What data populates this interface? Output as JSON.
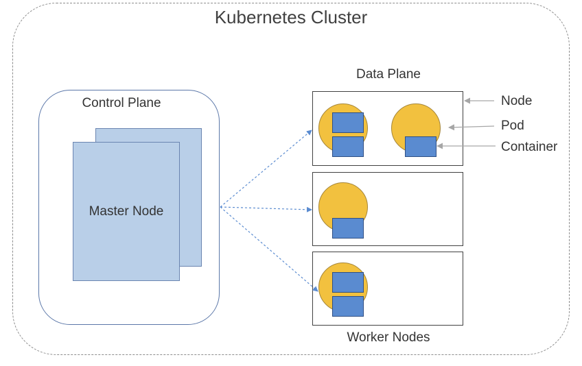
{
  "cluster": {
    "title": "Kubernetes Cluster"
  },
  "control_plane": {
    "title": "Control Plane",
    "master_node_label": "Master Node"
  },
  "data_plane": {
    "title": "Data Plane",
    "worker_nodes_label": "Worker Nodes",
    "nodes": [
      {
        "pods": [
          {
            "containers": 2
          },
          {
            "containers": 1
          }
        ]
      },
      {
        "pods": [
          {
            "containers": 1
          }
        ]
      },
      {
        "pods": [
          {
            "containers": 2
          }
        ]
      }
    ]
  },
  "legend": {
    "node": "Node",
    "pod": "Pod",
    "container": "Container"
  },
  "colors": {
    "pod_fill": "#f2c13f",
    "container_fill": "#5a8bd0",
    "master_fill": "#b9cfe8",
    "arrow": "#5a8bd0",
    "cluster_border": "#8c8c8c"
  }
}
